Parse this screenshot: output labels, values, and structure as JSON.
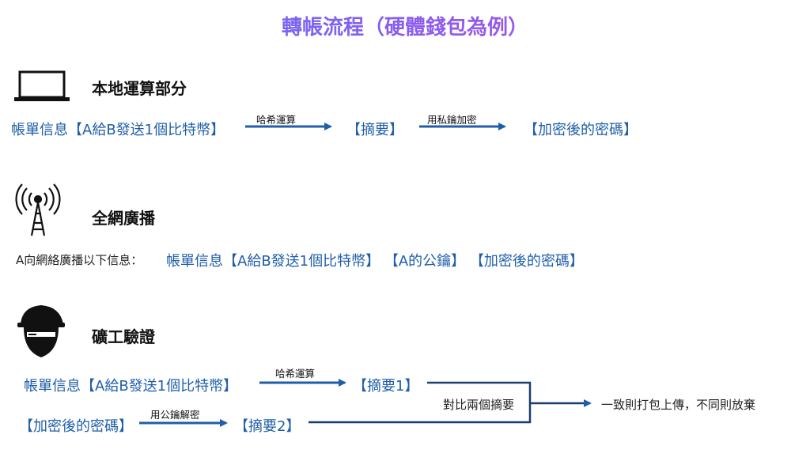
{
  "title": "轉帳流程（硬體錢包為例）",
  "colors": {
    "blue": "#1f5ea8",
    "arrow": "#1f5ea8",
    "line": "#1a3e6e",
    "title_start": "#4f7cf0",
    "title_end": "#c24fd6"
  },
  "section1": {
    "icon": "laptop-icon",
    "title": "本地運算部分",
    "input": "帳單信息【A給B發送1個比特幣】",
    "arrow1_label": "哈希運算",
    "digest": "【摘要】",
    "arrow2_label": "用私鑰加密",
    "output": "【加密後的密碼】"
  },
  "section2": {
    "icon": "broadcast-tower-icon",
    "title": "全網廣播",
    "intro": "A向網絡廣播以下信息：",
    "payload": "帳單信息【A給B發送1個比特幣】 【A的公鑰】 【加密後的密碼】"
  },
  "section3": {
    "icon": "miner-helmet-icon",
    "title": "礦工驗證",
    "input": "帳單信息【A給B發送1個比特幣】",
    "arrow1_label": "哈希運算",
    "digest1": "【摘要1】",
    "encrypted": "【加密後的密碼】",
    "arrow2_label": "用公鑰解密",
    "digest2": "【摘要2】",
    "compare_label": "對比兩個摘要",
    "result": "一致則打包上傳，不同則放棄"
  }
}
